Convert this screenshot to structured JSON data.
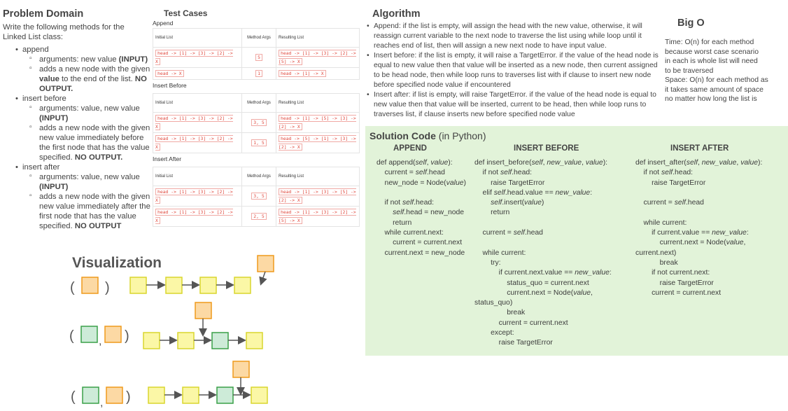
{
  "problem": {
    "title": "Problem Domain",
    "intro": "Write the following methods for the Linked List class:",
    "items": [
      {
        "name": "append",
        "args": "arguments: new value ",
        "args_b": "(INPUT)",
        "desc_a": "adds a new node with the given ",
        "desc_b": "value",
        "desc_c": " to the end of the list. ",
        "desc_d": "NO OUTPUT."
      },
      {
        "name": "insert before",
        "args": "arguments: value, new value ",
        "args_b": "(INPUT)",
        "desc_a": "adds a new node with the given new value immediately before the first node that has the value specified. ",
        "desc_d": "NO OUTPUT."
      },
      {
        "name": "insert after",
        "args": "arguments: value, new value ",
        "args_b": "(INPUT)",
        "desc_a": "adds a new node with the given new value immediately after the first node that has the value specified. ",
        "desc_d": "NO OUTPUT"
      }
    ]
  },
  "tests": {
    "title": "Test Cases",
    "col_initial": "Initial List",
    "col_args": "Method Args",
    "col_result": "Resulting List",
    "sections": [
      {
        "name": "Append",
        "rows": [
          {
            "initial": "head -> [1] -> [3] -> [2] -> X",
            "args": "5",
            "result": "head -> [1] -> [3] -> [2] -> [5] -> X"
          },
          {
            "initial": "head -> X",
            "args": "1",
            "result": "head -> [1] -> X"
          }
        ]
      },
      {
        "name": "Insert Before",
        "rows": [
          {
            "initial": "head -> [1] -> [3] -> [2] -> X",
            "args": "3, 5",
            "result": "head -> [1] -> [5] -> [3] -> [2] -> X"
          },
          {
            "initial": "head -> [1] -> [3] -> [2] -> X",
            "args": "1, 5",
            "result": "head -> [5] -> [1] -> [3] -> [2] -> X"
          }
        ]
      },
      {
        "name": "Insert After",
        "rows": [
          {
            "initial": "head -> [1] -> [3] -> [2] -> X",
            "args": "3, 5",
            "result": "head -> [1] -> [3] -> [5] -> [2] -> X"
          },
          {
            "initial": "head -> [1] -> [3] -> [2] -> X",
            "args": "2, 5",
            "result": "head -> [1] -> [3] -> [2] -> [5] -> X"
          }
        ]
      }
    ]
  },
  "algorithm": {
    "title": "Algorithm",
    "points": [
      "Append: if the list is empty, will assign the head with the new value, otherwise, it will reassign current variable to the next node to traverse the list using while loop until it reaches end of list, then will assign a new next node to have input value.",
      "Insert before: if the list is empty, it will raise a TargetError. if the value of the head node is equal to new value then that value will be inserted as a new node, then current assigned to be head node, then while loop runs to traverses list with if clause to insert new node before specified node value if encountered",
      "Insert after: if list is empty, will raise TargetError. if the value of the head node is equal to new value then that value will be inserted, current to be head, then while loop runs to traverses list, if clause inserts new before specified node value"
    ]
  },
  "bigo": {
    "title": "Big O",
    "time": "Time: O(n) for each method because worst case scenario in each is whole list will need to be traversed",
    "space": "Space:  O(n) for each method as it takes same amount of space no matter how long the list is"
  },
  "solution": {
    "title": "Solution Code",
    "lang": " (in Python)",
    "append_title": "APPEND",
    "before_title": "INSERT BEFORE",
    "after_title": "INSERT AFTER",
    "append_code": "def append(self, value):\n    current = self.head\n    new_node = Node(value)\n\n    if not self.head:\n        self.head = new_node\n        return\n    while current.next:\n        current = current.next\n    current.next = new_node",
    "before_code": "def insert_before(self, new_value, value):\n    if not self.head:\n        raise TargetError\n    elif self.head.value == new_value:\n        self.insert(value)\n        return\n\n    current = self.head\n\n    while current:\n        try:\n            if current.next.value == new_value:\n                status_quo = current.next\n                current.next = Node(value,\nstatus_quo)\n                break\n            current = current.next\n        except:\n            raise TargetError",
    "after_code": "def insert_after(self, new_value, value):\n    if not self.head:\n        raise TargetError\n\n    current = self.head\n\n    while current:\n        if current.value == new_value:\n            current.next = Node(value,\ncurrent.next)\n            break\n        if not current.next:\n            raise TargetError\n        current = current.next"
  },
  "visualization": {
    "title": "Visualization",
    "paren_open": "(",
    "paren_close": ")",
    "comma": ",",
    "colors": {
      "yellow_fill": "#fbf7a6",
      "yellow_stroke": "#d9d62e",
      "orange_fill": "#fcd9a4",
      "orange_stroke": "#ef9a1c",
      "green_fill": "#cdebd8",
      "green_stroke": "#3aa049"
    }
  }
}
